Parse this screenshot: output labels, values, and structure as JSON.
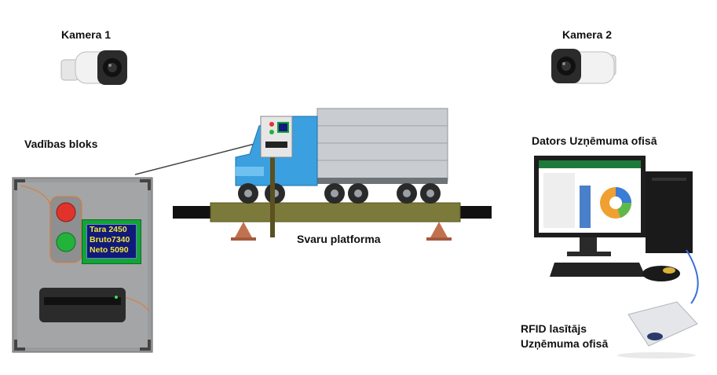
{
  "labels": {
    "camera1": "Kamera 1",
    "camera2": "Kamera 2",
    "control_unit": "Vadības bloks",
    "scale_platform": "Svaru platforma",
    "office_computer": "Dators Uzņēmuma ofisā",
    "rfid_line1": "RFID lasītājs",
    "rfid_line2": "Uzņēmuma ofisā"
  },
  "display": {
    "tara": "Tara  2450",
    "bruto": "Bruto7340",
    "neto": "Neto  5090"
  },
  "colors": {
    "red_light": "#e0332b",
    "green_light": "#22b33a",
    "display_bg": "#0f1a7a",
    "display_text": "#f5e23a",
    "display_frame": "#13a338",
    "platform": "#7b7a3a",
    "truck_cab": "#3aa0e0",
    "trailer": "#c9ccd0"
  }
}
